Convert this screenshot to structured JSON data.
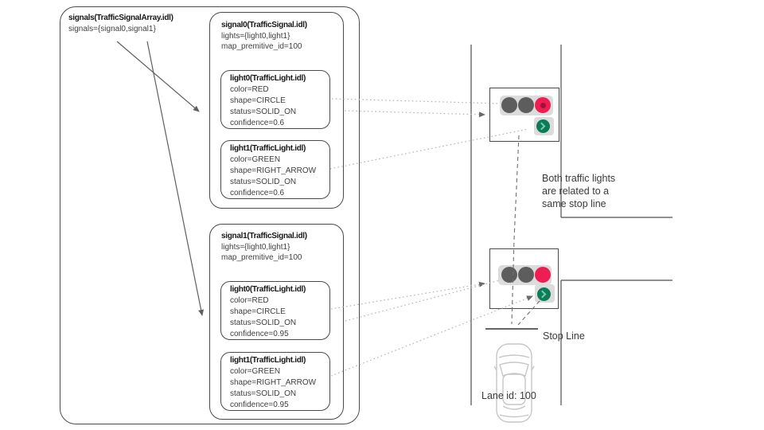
{
  "panel": {
    "signals_array": {
      "title": "signals(TrafficSignalArray.idl)",
      "body": "signals={signal0,signal1}"
    },
    "signal0": {
      "title": "signal0(TrafficSignal.idl)",
      "lines": [
        "lights={light0,light1}",
        "map_premitive_id=100"
      ],
      "light0": {
        "title": "light0(TrafficLight.idl)",
        "lines": [
          "color=RED",
          "shape=CIRCLE",
          "status=SOLID_ON",
          "confidence=0.6"
        ]
      },
      "light1": {
        "title": "light1(TrafficLight.idl)",
        "lines": [
          "color=GREEN",
          "shape=RIGHT_ARROW",
          "status=SOLID_ON",
          "confidence=0.6"
        ]
      }
    },
    "signal1": {
      "title": "signal1(TrafficSignal.idl)",
      "lines": [
        "lights={light0,light1}",
        "map_premitive_id=100"
      ],
      "light0": {
        "title": "light0(TrafficLight.idl)",
        "lines": [
          "color=RED",
          "shape=CIRCLE",
          "status=SOLID_ON",
          "confidence=0.95"
        ]
      },
      "light1": {
        "title": "light1(TrafficLight.idl)",
        "lines": [
          "color=GREEN",
          "shape=RIGHT_ARROW",
          "status=SOLID_ON",
          "confidence=0.95"
        ]
      }
    }
  },
  "scene": {
    "note_lines": [
      "Both traffic lights",
      "are related to a",
      "same stop line"
    ],
    "stop_line_label": "Stop Line",
    "lane_label": "Lane id: 100"
  },
  "colors": {
    "red_light": "#ee1e52",
    "green_light": "#0d7a58",
    "bulb_off": "#5d5d5d",
    "fixture_gray": "#dcdcdc",
    "box_border": "#4a4a4a",
    "dotted_line": "#b5b5b5",
    "dashed_line": "#6e6e6e",
    "road_line": "#4f4f4f"
  }
}
